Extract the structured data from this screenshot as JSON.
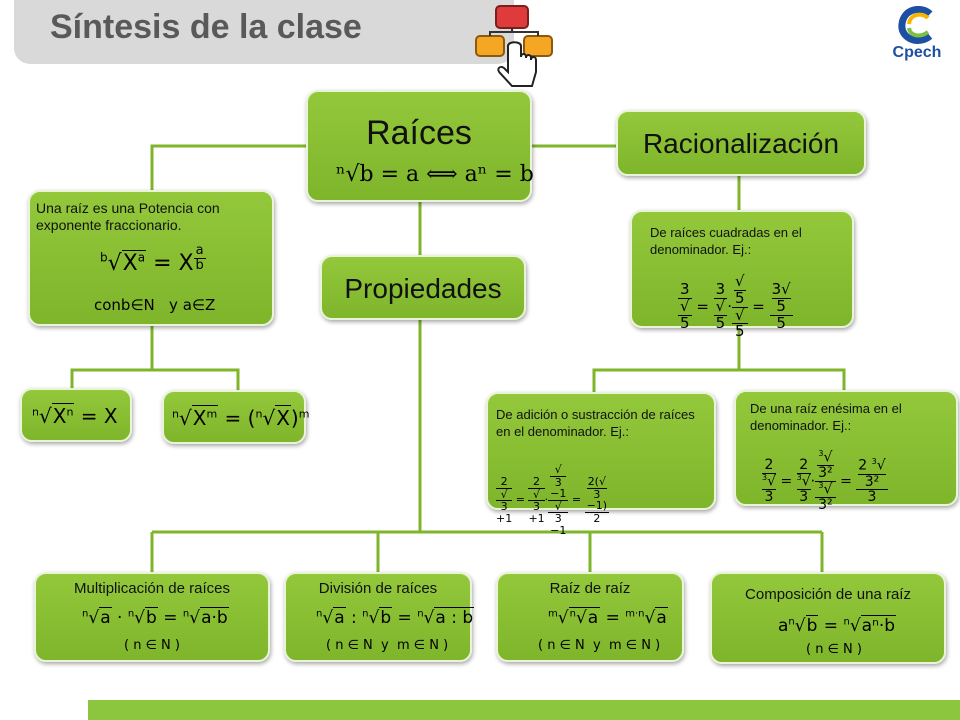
{
  "header": {
    "title": "Síntesis de la clase"
  },
  "logo": {
    "text": "Cpech"
  },
  "boxes": {
    "raices": {
      "title": "Raíces",
      "formula": "ⁿ√b = a ⟺ aⁿ = b"
    },
    "racionalizacion": {
      "title": "Racionalización"
    },
    "potencia": {
      "text": "Una raíz es una Potencia con exponente fraccionario.",
      "cond": "conb∈N   y a∈Z"
    },
    "propiedades": {
      "title": "Propiedades"
    },
    "cuadradas": {
      "text": "De raíces cuadradas en el denominador. Ej.:"
    },
    "adicion": {
      "text": "De adición o sustracción de raíces en el denominador. Ej.:"
    },
    "enesima": {
      "text": "De una raíz enésima en el denominador. Ej.:"
    },
    "prop1": {
      "formula": "= X"
    },
    "prop2": {
      "formula": "="
    },
    "multiplicacion": {
      "title": "Multiplicación de raíces",
      "cond": "( n ∈ N )"
    },
    "division": {
      "title": "División de raíces",
      "cond": "( n ∈ N  y  m ∈ N )"
    },
    "raizderaiz": {
      "title": "Raíz de raíz",
      "cond": "( n ∈ N  y  m ∈ N )"
    },
    "composicion": {
      "title": "Composición de una raíz",
      "cond": "( n ∈ N )"
    }
  }
}
